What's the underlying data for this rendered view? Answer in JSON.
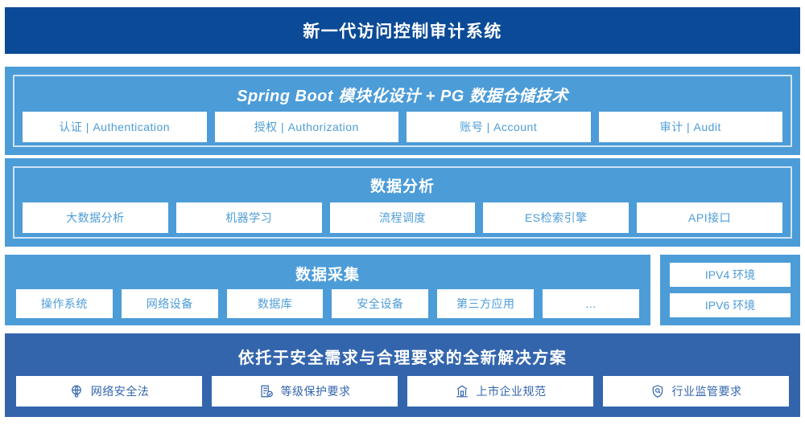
{
  "header": {
    "title": "新一代访问控制审计系统",
    "bg_color": "#0b4a96",
    "text_color": "#ffffff"
  },
  "colors": {
    "panel_light_blue": "#4c9cd8",
    "panel_dark_blue": "#3365ad",
    "chip_bg": "#ffffff",
    "chip_text_light": "#4c9cd8",
    "chip_text_dark": "#3365ad",
    "inner_border": "#cfe4f5"
  },
  "sections": {
    "platform": {
      "heading": "Spring Boot 模块化设计 + PG 数据仓储技术",
      "heading_style": "italic",
      "items": [
        {
          "label": "认证 | Authentication"
        },
        {
          "label": "授权 | Authorization"
        },
        {
          "label": "账号 | Account"
        },
        {
          "label": "审计 | Audit"
        }
      ]
    },
    "analysis": {
      "heading": "数据分析",
      "items": [
        {
          "label": "大数据分析"
        },
        {
          "label": "机器学习"
        },
        {
          "label": "流程调度"
        },
        {
          "label": "ES检索引擎"
        },
        {
          "label": "API接口"
        }
      ]
    },
    "collection": {
      "heading": "数据采集",
      "items": [
        {
          "label": "操作系统"
        },
        {
          "label": "网络设备"
        },
        {
          "label": "数据库"
        },
        {
          "label": "安全设备"
        },
        {
          "label": "第三方应用"
        },
        {
          "label": "…"
        }
      ]
    },
    "environment": {
      "items": [
        {
          "label": "IPV4 环境"
        },
        {
          "label": "IPV6 环境"
        }
      ]
    },
    "solution": {
      "heading": "依托于安全需求与合理要求的全新解决方案",
      "items": [
        {
          "label": "网络安全法",
          "icon": "globe-icon"
        },
        {
          "label": "等级保护要求",
          "icon": "document-check-icon"
        },
        {
          "label": "上市企业规范",
          "icon": "bank-building-icon"
        },
        {
          "label": "行业监管要求",
          "icon": "shield-search-icon"
        }
      ]
    }
  }
}
